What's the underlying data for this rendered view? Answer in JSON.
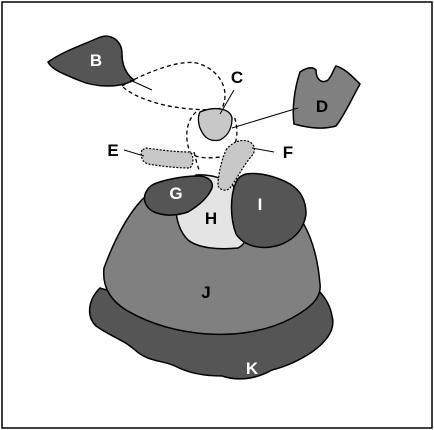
{
  "labels": {
    "b": "B",
    "c": "C",
    "d": "D",
    "e": "E",
    "f": "F",
    "g": "G",
    "h": "H",
    "i": "I",
    "j": "J",
    "k": "K"
  },
  "colors": {
    "frame": "#000000",
    "dark": "#555555",
    "medium": "#808080",
    "light": "#c8c8c8",
    "lightest": "#e4e4e4",
    "outline": "#000000",
    "text_on_light": "#000000",
    "text_on_dark": "#ffffff"
  }
}
